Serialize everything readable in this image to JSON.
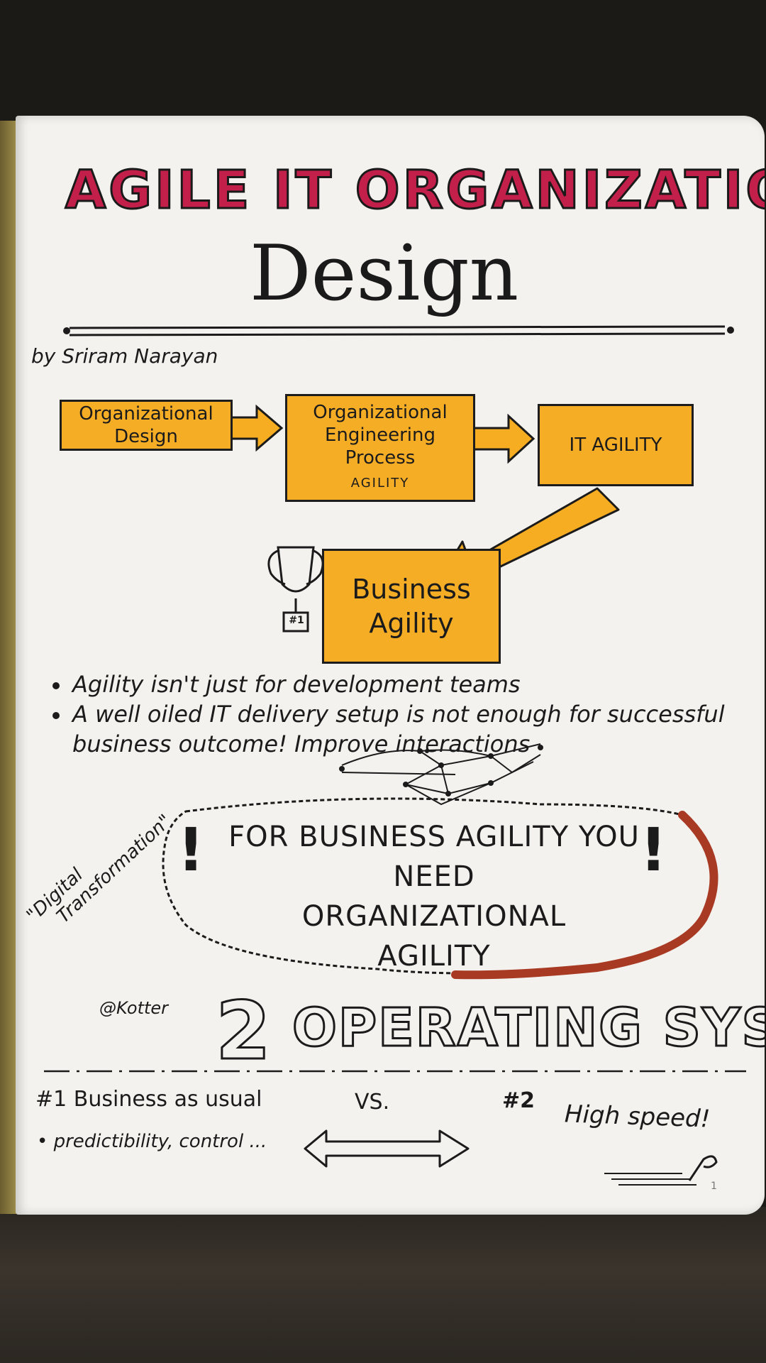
{
  "title": {
    "line1": "AGILE IT ORGANIZATION",
    "line2": "Design"
  },
  "byline": "by Sriram Narayan",
  "flow": {
    "box1": "Organizational Design",
    "box2": "Organizational Engineering Process",
    "box2_sub": "AGILITY",
    "box3": "IT AGILITY",
    "box4_line1": "Business",
    "box4_line2": "Agility",
    "trophy_label": "#1"
  },
  "bullets": [
    "Agility isn't just for development teams",
    "A well oiled IT delivery setup is not enough for successful",
    "business outcome! Improve interactions"
  ],
  "side_note": {
    "line1": "\"Digital",
    "line2": "Transformation\""
  },
  "cloud": {
    "line1": "FOR BUSINESS AGILITY YOU NEED",
    "line2": "ORGANIZATIONAL",
    "line3": "AGILITY",
    "excl": "!"
  },
  "operating": {
    "attribution": "@Kotter",
    "number": "2",
    "heading": "OPERATING SYS."
  },
  "comparison": {
    "left_title": "#1 Business as usual",
    "left_point": "• predictibility, control ...",
    "vs": "VS.",
    "right_num": "#2",
    "right_title": "High speed!"
  },
  "page_number": "1",
  "colors": {
    "title_red": "#c2204a",
    "highlight_orange": "#f6ad26",
    "cloud_red": "#a83a24",
    "ink": "#1b1b1b",
    "paper": "#f3f2ee"
  }
}
